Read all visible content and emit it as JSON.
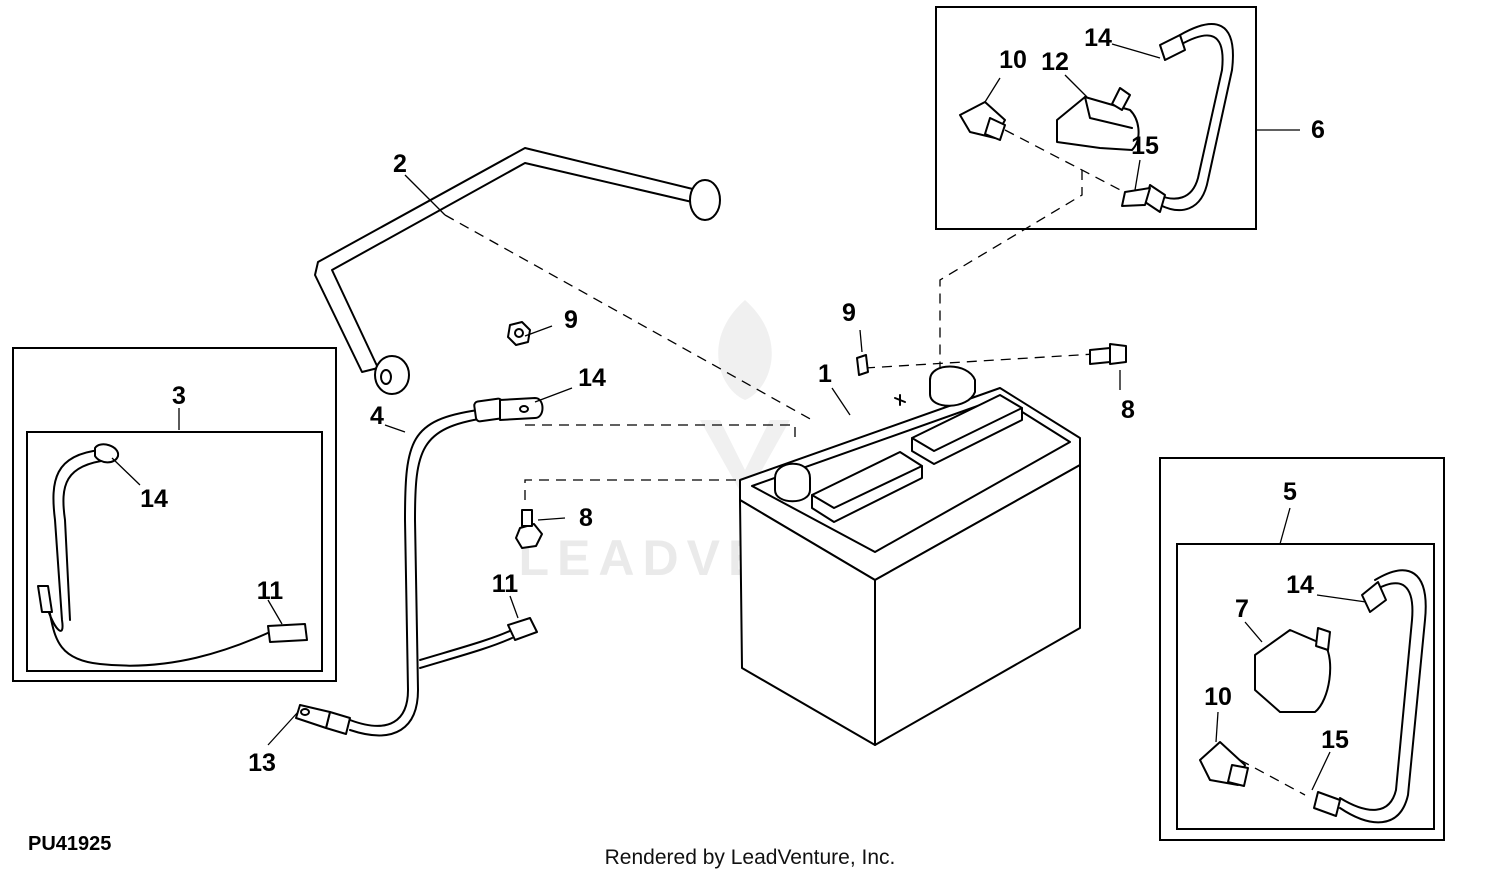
{
  "figure_id": "PU41925",
  "credit": "Rendered by LeadVenture, Inc.",
  "watermark": "LEADVENTURE",
  "callouts": {
    "battery": "1",
    "hold_down_rod": "2",
    "positive_cable_assembly": "3",
    "negative_cable": "4",
    "kit_lower_right": "5",
    "kit_upper_right": "6",
    "kit_lr_cover": "7",
    "bolt_right": "8",
    "bolt_left": "8",
    "nut_left": "9",
    "nut_right": "9",
    "ur_boot": "10",
    "ur_cover": "12",
    "ur_terminal_top": "14",
    "ur_terminal_bottom": "15",
    "left_kit_terminal": "14",
    "left_kit_connector": "11",
    "cable4_terminal": "14",
    "cable4_connector": "11",
    "cable4_end": "13",
    "lr_terminal_top": "14",
    "lr_boot": "10",
    "lr_terminal_bottom": "15"
  }
}
